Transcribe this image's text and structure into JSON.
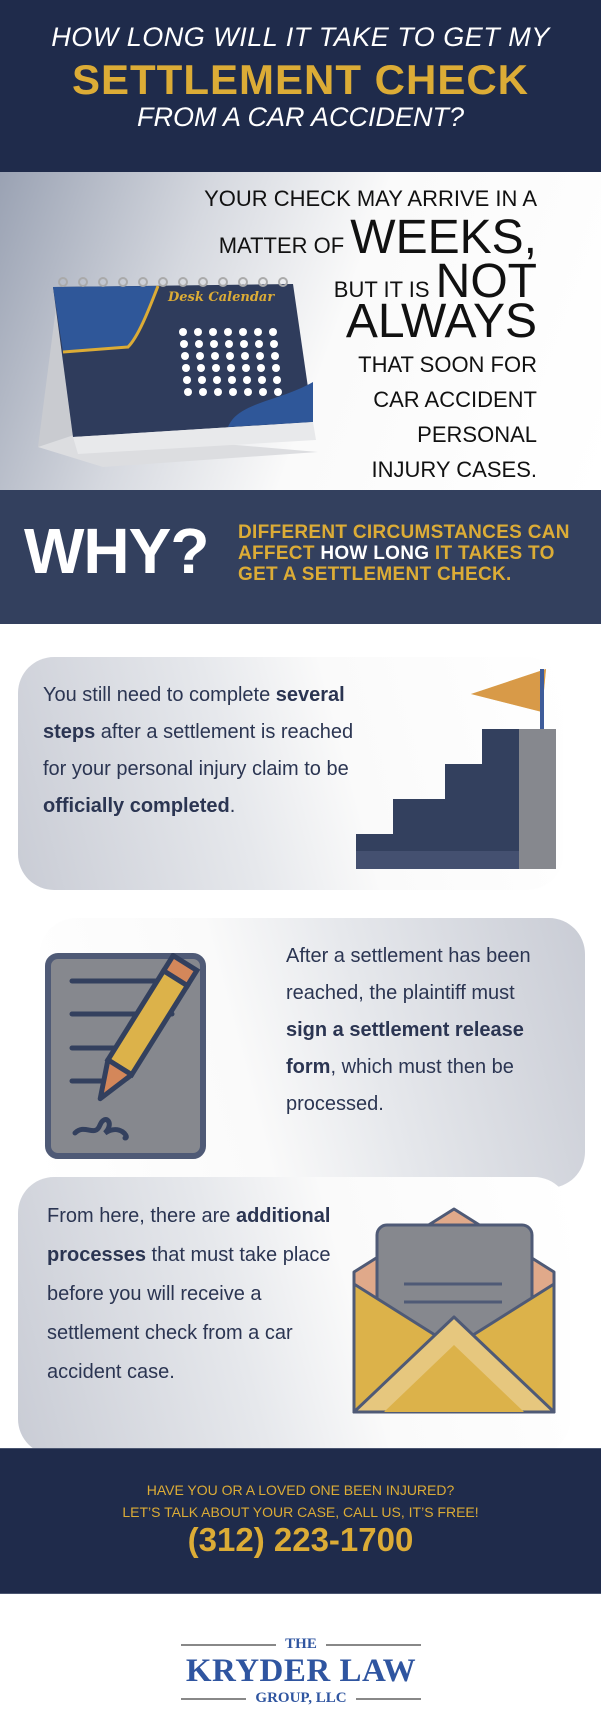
{
  "header": {
    "line1": "HOW LONG WILL IT TAKE TO GET MY",
    "line2": "SETTLEMENT CHECK",
    "line3": "FROM A CAR ACCIDENT?"
  },
  "intro": {
    "line1": "YOUR CHECK MAY ARRIVE IN A",
    "line2a": "MATTER OF",
    "line2b": "WEEKS,",
    "line3a": "BUT IT IS",
    "line3b": "NOT",
    "line4": "ALWAYS",
    "line5": "THAT SOON FOR",
    "line6": "CAR ACCIDENT",
    "line7": "PERSONAL",
    "line8": "INJURY CASES.",
    "calendar_title": "Desk Calendar"
  },
  "why": {
    "title": "WHY?",
    "sub1": "DIFFERENT CIRCUMSTANCES CAN",
    "sub2a": "AFFECT ",
    "sub2b": "HOW LONG",
    "sub2c": " IT TAKES TO",
    "sub3": "GET A SETTLEMENT CHECK."
  },
  "cards": [
    {
      "parts": [
        "You still need to complete ",
        "several steps",
        " after a settlement is reached for your personal injury claim to be ",
        "officially completed",
        "."
      ],
      "icon": "stairs-flag-icon"
    },
    {
      "parts": [
        "After a settlement has been reached, the plaintiff must ",
        "sign a settlement release form",
        ", which must then be processed."
      ],
      "icon": "document-pencil-icon"
    },
    {
      "parts": [
        "From here, there are ",
        "additional processes",
        " that must take place before you will receive a settlement check from a car accident case."
      ],
      "icon": "open-envelope-icon"
    }
  ],
  "footer": {
    "q1": "HAVE YOU OR A LOVED ONE BEEN INJURED?",
    "q2": "LET’S TALK ABOUT YOUR CASE, CALL US, IT’S FREE!",
    "phone": "(312) 223-1700"
  },
  "logo": {
    "the": "THE",
    "name": "KRYDER LAW",
    "group": "GROUP, LLC"
  },
  "colors": {
    "navy": "#1f2b4b",
    "gold": "#dcac36",
    "slate": "#33405e"
  }
}
